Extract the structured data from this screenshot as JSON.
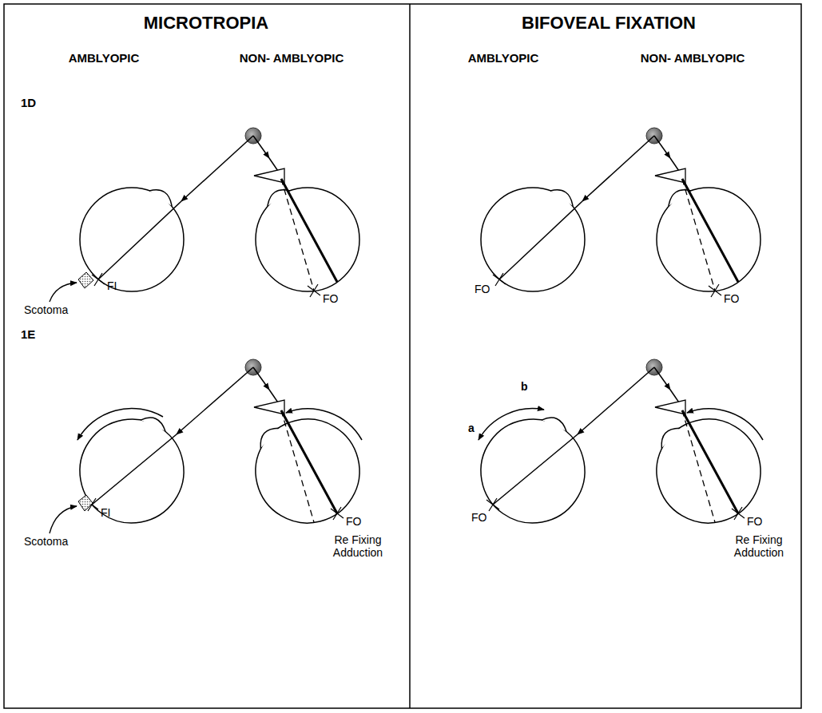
{
  "diagram": {
    "labels": [
      "MICROTROPIA",
      "BIFOVEAL FIXATION",
      "AMBLYOPIC",
      "NON- AMBLYOPIC",
      "AMBLYOPIC",
      "NON- AMBLYOPIC",
      "1D",
      "1E",
      "Scotoma",
      "FI",
      "FO",
      "Scotoma",
      "FI",
      "FO",
      "Re Fixing Adduction",
      "FO",
      "FO",
      "b",
      "a",
      "FO",
      "FO",
      "Re Fixing Adduction"
    ]
  }
}
